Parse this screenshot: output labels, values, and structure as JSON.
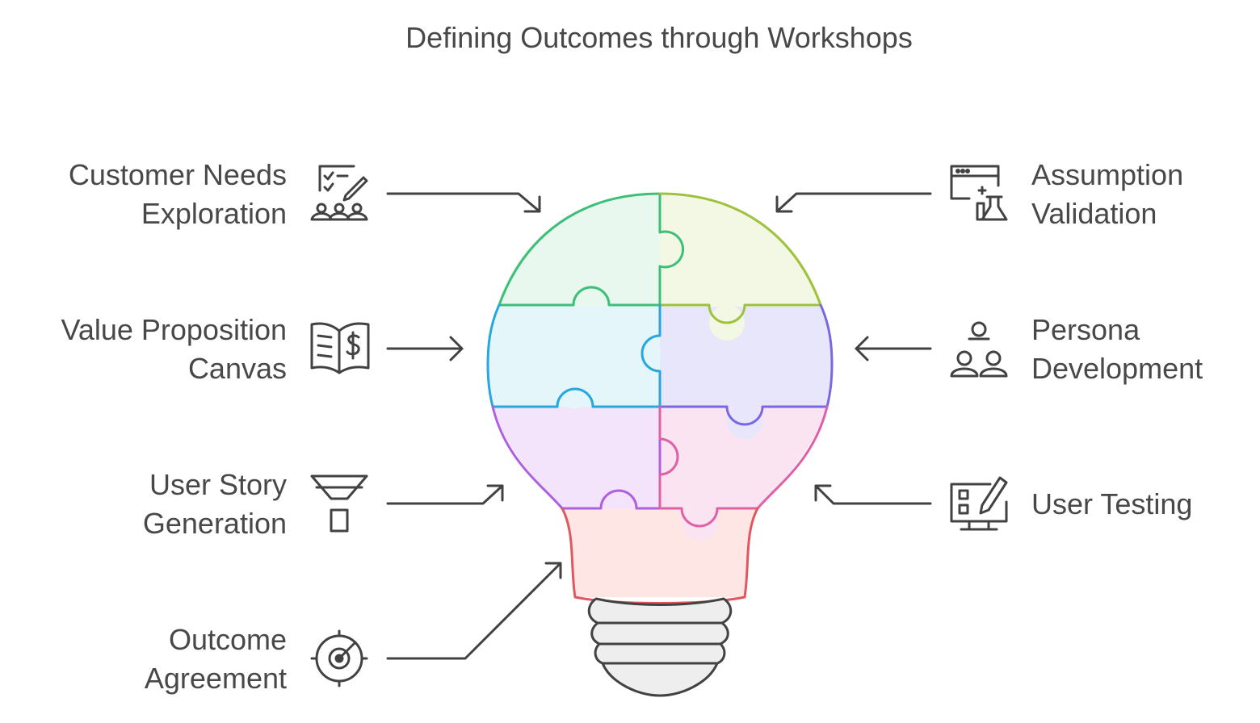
{
  "title": "Defining Outcomes through Workshops",
  "items": [
    {
      "id": "customer-needs",
      "lines": [
        "Customer Needs",
        "Exploration"
      ],
      "side": "left",
      "icon": "team-checklist-icon",
      "color": "#38c079"
    },
    {
      "id": "value-proposition",
      "lines": [
        "Value Proposition",
        "Canvas"
      ],
      "side": "left",
      "icon": "book-dollar-icon",
      "color": "#2aaee0"
    },
    {
      "id": "user-story",
      "lines": [
        "User Story",
        "Generation"
      ],
      "side": "left",
      "icon": "funnel-icon",
      "color": "#b05fe0"
    },
    {
      "id": "outcome-agreement",
      "lines": [
        "Outcome",
        "Agreement"
      ],
      "side": "left",
      "icon": "target-gauge-icon",
      "color": "#e0585f"
    },
    {
      "id": "assumption-validation",
      "lines": [
        "Assumption",
        "Validation"
      ],
      "side": "right",
      "icon": "browser-flask-icon",
      "color": "#9fc23c"
    },
    {
      "id": "persona-development",
      "lines": [
        "Persona",
        "Development"
      ],
      "side": "right",
      "icon": "people-group-icon",
      "color": "#7b68e0"
    },
    {
      "id": "user-testing",
      "lines": [
        "User Testing"
      ],
      "side": "right",
      "icon": "monitor-edit-icon",
      "color": "#e060a8"
    }
  ],
  "colors": {
    "text": "#484848",
    "stroke": "#424242",
    "green_fill": "#e8f8ee",
    "green_stroke": "#3dbf78",
    "lime_fill": "#f2f8e3",
    "lime_stroke": "#9fc23c",
    "cyan_fill": "#e5f6fb",
    "cyan_stroke": "#27a7dd",
    "indigo_fill": "#e8e6fb",
    "indigo_stroke": "#7b68e0",
    "purple_fill": "#f4e4fb",
    "purple_stroke": "#b05fe0",
    "pink_fill": "#fbe4f1",
    "pink_stroke": "#e060a8",
    "red_fill": "#fde6e4",
    "red_stroke": "#e0585f",
    "base_fill": "#eeeeee"
  }
}
